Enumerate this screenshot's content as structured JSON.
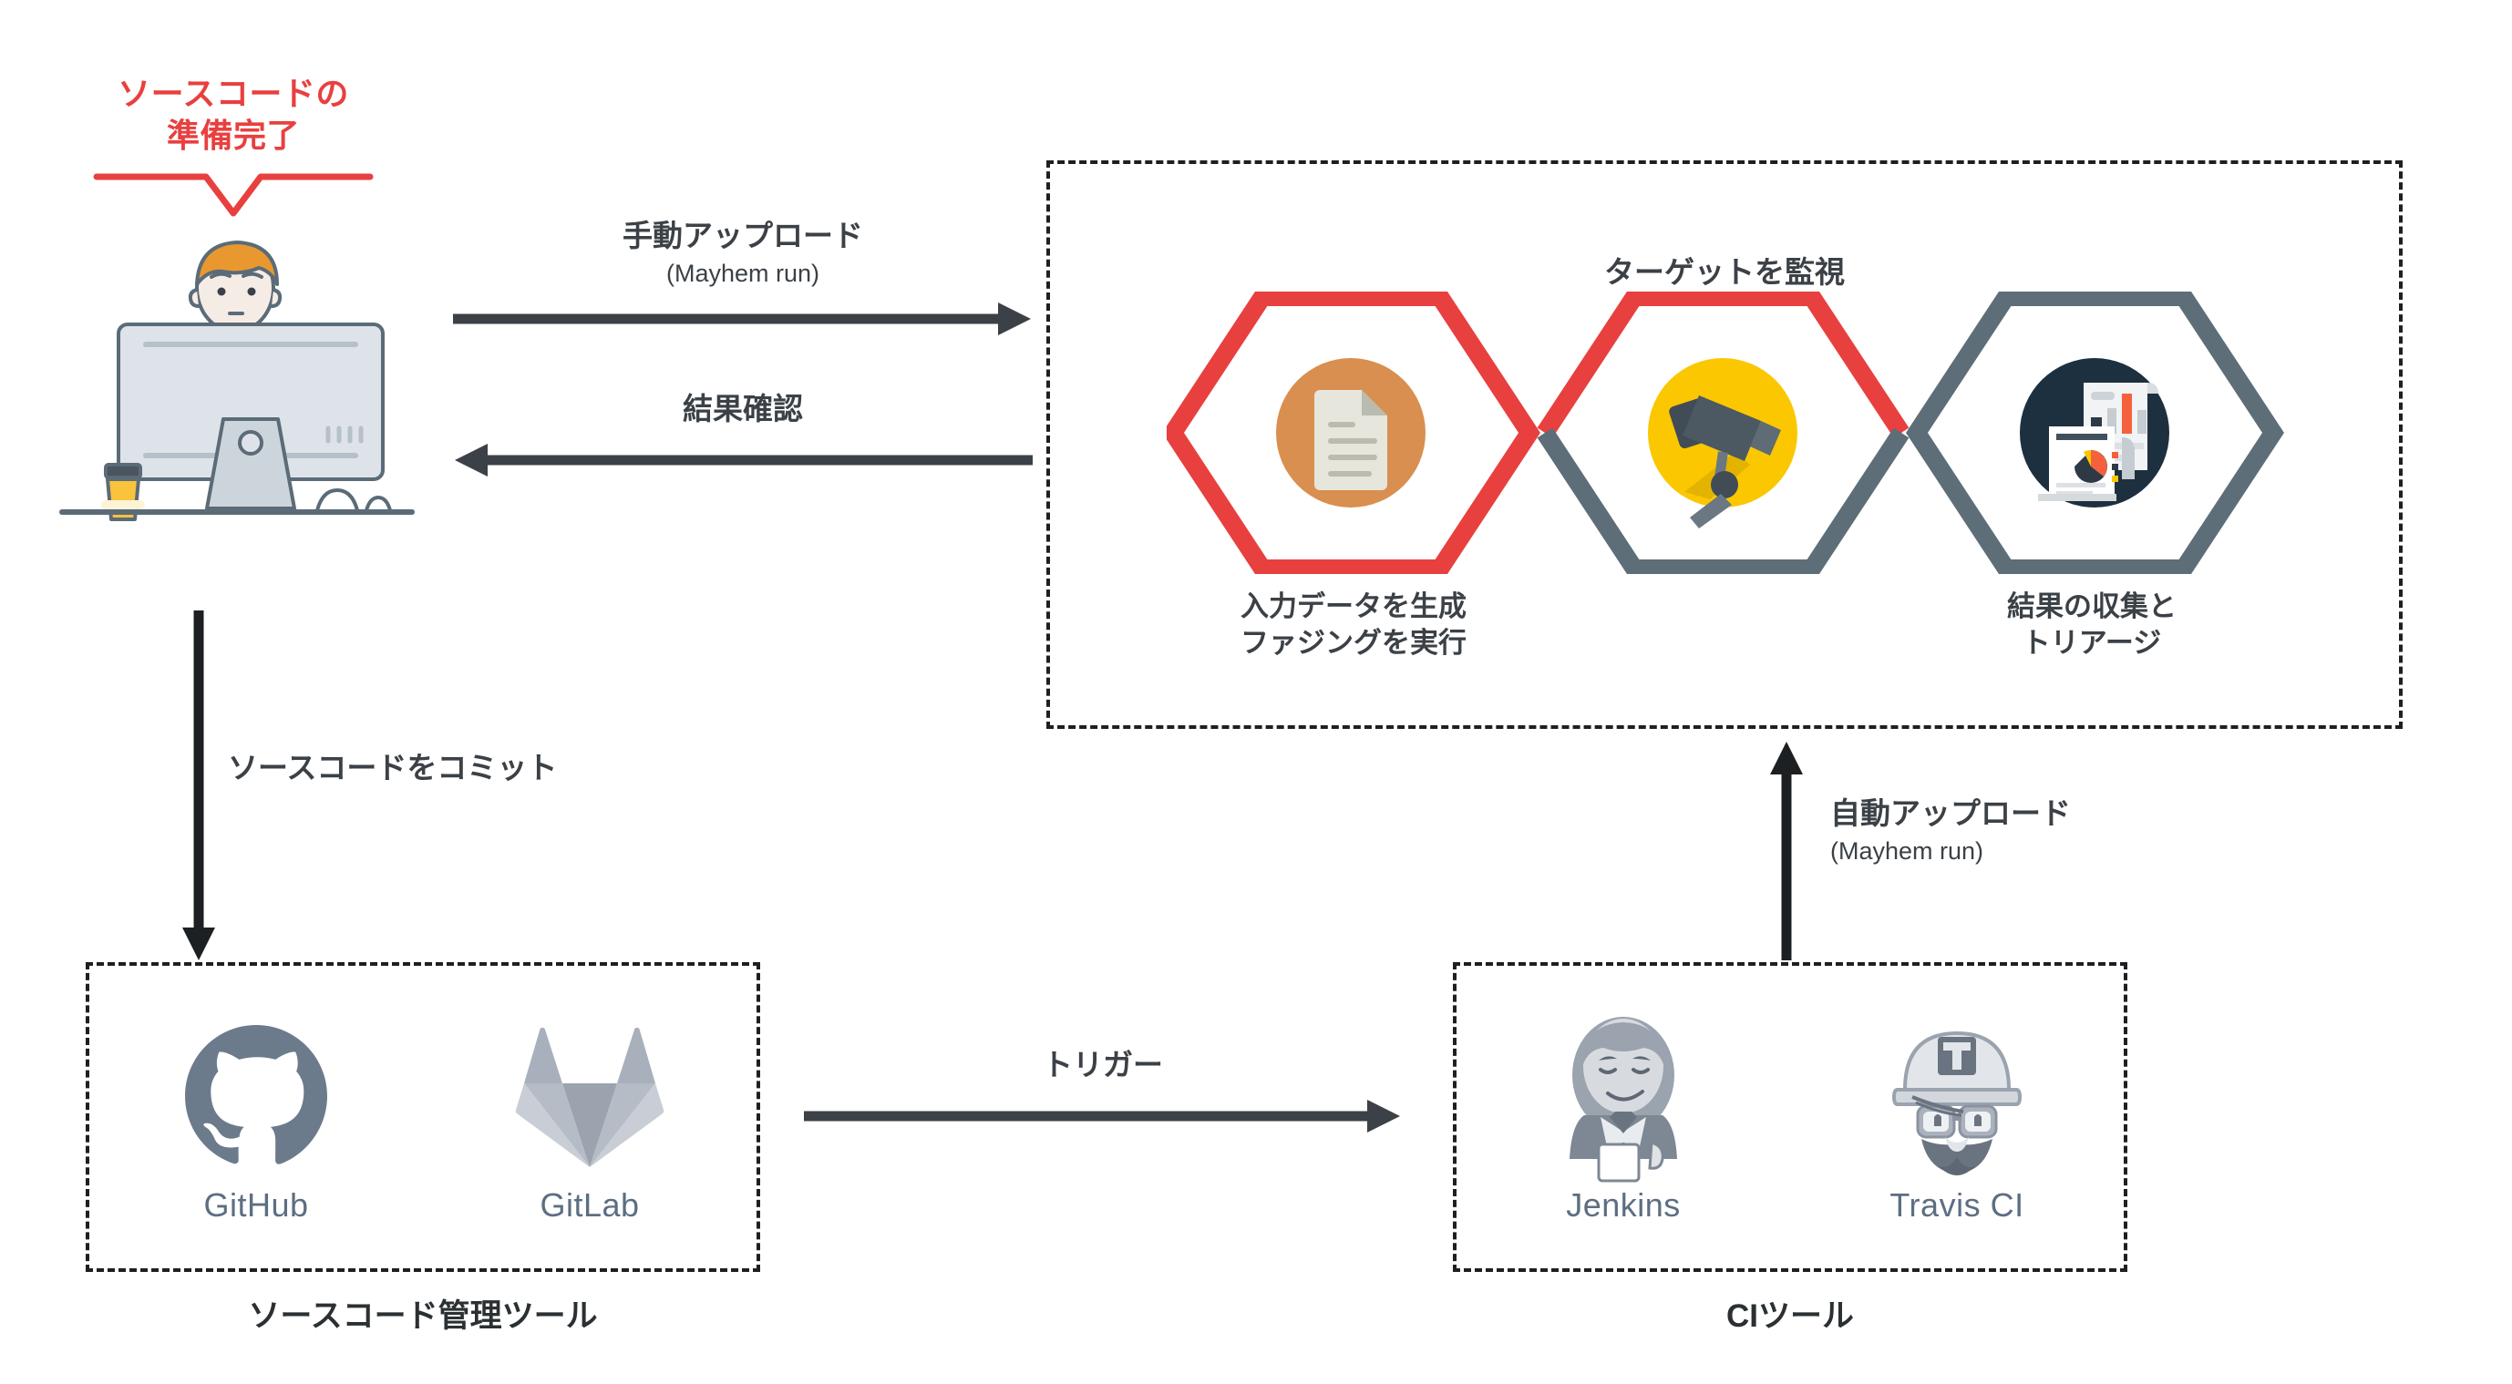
{
  "speech": {
    "text": "ソースコードの\n準備完了",
    "color": "#e8403f"
  },
  "persona": {
    "name": "developer-at-desktop-illustration",
    "hair_color": "#e8982f",
    "monitor_color": "#d9e0e6",
    "outline_color": "#5b6b78",
    "coffee_color": "#f9c33c"
  },
  "arrows": {
    "manual_upload": {
      "label": "手動アップロード",
      "sublabel": "(Mayhem run)",
      "direction": "right"
    },
    "check_results": {
      "label": "結果確認",
      "sublabel": "",
      "direction": "left"
    },
    "commit_source": {
      "label": "ソースコードをコミット",
      "sublabel": "",
      "direction": "down"
    },
    "trigger": {
      "label": "トリガー",
      "sublabel": "",
      "direction": "right"
    },
    "auto_upload": {
      "label": "自動アップロード",
      "sublabel": "(Mayhem run)",
      "direction": "up"
    }
  },
  "mayhem": {
    "monitor_label": "ターゲットを監視",
    "hexagons": [
      {
        "icon": "document-icon",
        "icon_bg": "#d98f4f",
        "outline_top": "#e8403f",
        "outline_bottom": "#e8403f",
        "caption": "入力データを生成\nファジングを実行"
      },
      {
        "icon": "security-camera-icon",
        "icon_bg": "#fbc700",
        "outline_top": "#e8403f",
        "outline_bottom": "#5d6e78",
        "caption": ""
      },
      {
        "icon": "report-charts-icon",
        "icon_bg": "#1d3040",
        "outline_top": "#5d6e78",
        "outline_bottom": "#5d6e78",
        "caption": "結果の収集と\nトリアージ"
      }
    ]
  },
  "scm_box": {
    "caption": "ソースコード管理ツール",
    "tools": [
      {
        "name": "GitHub",
        "icon": "github-octocat-logo",
        "color": "#6b7b8c"
      },
      {
        "name": "GitLab",
        "icon": "gitlab-tanuki-logo",
        "color": "#a8b0bb"
      }
    ]
  },
  "ci_box": {
    "caption": "CIツール",
    "tools": [
      {
        "name": "Jenkins",
        "icon": "jenkins-butler-logo",
        "color": "#8c95a3"
      },
      {
        "name": "Travis CI",
        "icon": "travis-ci-worker-logo",
        "color": "#8c95a3"
      }
    ]
  },
  "palette": {
    "red": "#e8403f",
    "slate": "#5d6e78",
    "dark": "#3b4146",
    "label_blue_gray": "#5d6e82",
    "orange": "#d98f4f",
    "yellow": "#fbc700",
    "navy": "#1d3040"
  }
}
